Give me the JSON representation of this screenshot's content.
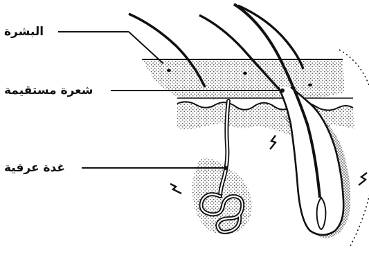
{
  "labels": {
    "epidermis": "البشرة",
    "arrector_pili": "شعرة مستقيمة",
    "sweat_gland": "غدة عرقية"
  },
  "colors": {
    "ink": "#111111",
    "stipple": "#555555",
    "background": "#ffffff"
  }
}
